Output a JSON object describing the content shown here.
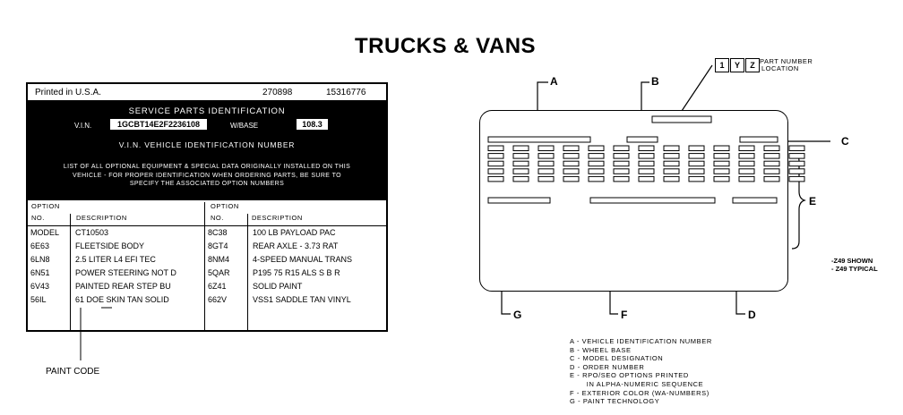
{
  "title": "TRUCKS & VANS",
  "label": {
    "printed": "Printed in U.S.A.",
    "num1": "270898",
    "num2": "15316776",
    "spi_title": "SERVICE PARTS IDENTIFICATION",
    "vin_label": "V.I.N.",
    "vin_value": "1GCBT14E2F2236108",
    "wbase_label": "W/BASE",
    "wbase_value": "108.3",
    "vin_full": "V.I.N. VEHICLE IDENTIFICATION NUMBER",
    "note_lines": [
      "LIST OF ALL OPTIONAL EQUIPMENT & SPECIAL DATA ORIGINALLY INSTALLED ON THIS",
      "VEHICLE - FOR PROPER IDENTIFICATION WHEN ORDERING PARTS, BE SURE TO",
      "SPECIFY THE ASSOCIATED OPTION NUMBERS"
    ],
    "col_option": "OPTION",
    "col_no": "NO.",
    "col_desc": "DESCRIPTION",
    "left_rows": [
      {
        "no": "MODEL",
        "desc": "CT10503"
      },
      {
        "no": "6E63",
        "desc": "FLEETSIDE BODY"
      },
      {
        "no": "6LN8",
        "desc": "2.5 LITER L4 EFI TEC"
      },
      {
        "no": "6N51",
        "desc": "POWER STEERING NOT D"
      },
      {
        "no": "6V43",
        "desc": "PAINTED REAR STEP BU"
      },
      {
        "no": "56IL",
        "desc": "61 DOE SKIN TAN SOLID"
      }
    ],
    "right_rows": [
      {
        "no": "8C38",
        "desc": "100 LB PAYLOAD PAC"
      },
      {
        "no": "8GT4",
        "desc": "REAR AXLE - 3.73 RAT"
      },
      {
        "no": "8NM4",
        "desc": "4-SPEED MANUAL TRANS"
      },
      {
        "no": "5QAR",
        "desc": "P195 75 R15 ALS S B R"
      },
      {
        "no": "6Z41",
        "desc": "SOLID PAINT"
      },
      {
        "no": "662V",
        "desc": "VSS1 SADDLE TAN VINYL"
      }
    ],
    "paint_code_label": "PAINT CODE"
  },
  "diagram": {
    "part_number_boxes": [
      "1",
      "Y",
      "Z"
    ],
    "part_number_label_1": "PART NUMBER",
    "part_number_label_2": "LOCATION",
    "letters": {
      "A": "A",
      "B": "B",
      "C": "C",
      "D": "D",
      "E": "E",
      "F": "F",
      "G": "G"
    },
    "shown_1": "-Z49 SHOWN",
    "shown_2": "- Z49 TYPICAL"
  },
  "legend": [
    "A  -  VEHICLE IDENTIFICATION NUMBER",
    "B  -  WHEEL BASE",
    "C  -  MODEL DESIGNATION",
    "D  -  ORDER NUMBER",
    "E  -  RPO/SEO OPTIONS PRINTED",
    "       IN ALPHA-NUMERIC SEQUENCE",
    "F  -  EXTERIOR COLOR (WA-NUMBERS)",
    "G  -  PAINT TECHNOLOGY"
  ]
}
